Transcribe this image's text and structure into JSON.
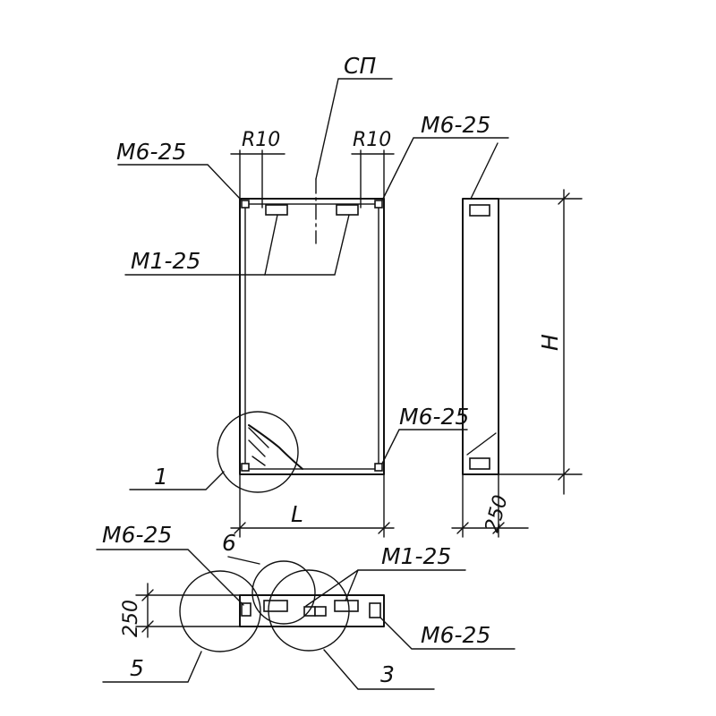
{
  "labels": {
    "sp": "СП",
    "r10_left": "R10",
    "r10_right": "R10",
    "m6_top_left": "M6-25",
    "m6_top_right": "M6-25",
    "m1_main": "M1-25",
    "m6_mid_right": "M6-25",
    "callout_1": "1",
    "dim_l": "L",
    "dim_h": "H",
    "dim_250_side": "250",
    "m6_plan_left": "M6-25",
    "callout_6": "6",
    "m1_plan": "M1-25",
    "dim_250_plan": "250",
    "m6_plan_right": "M6-25",
    "callout_5": "5",
    "callout_3": "3"
  }
}
